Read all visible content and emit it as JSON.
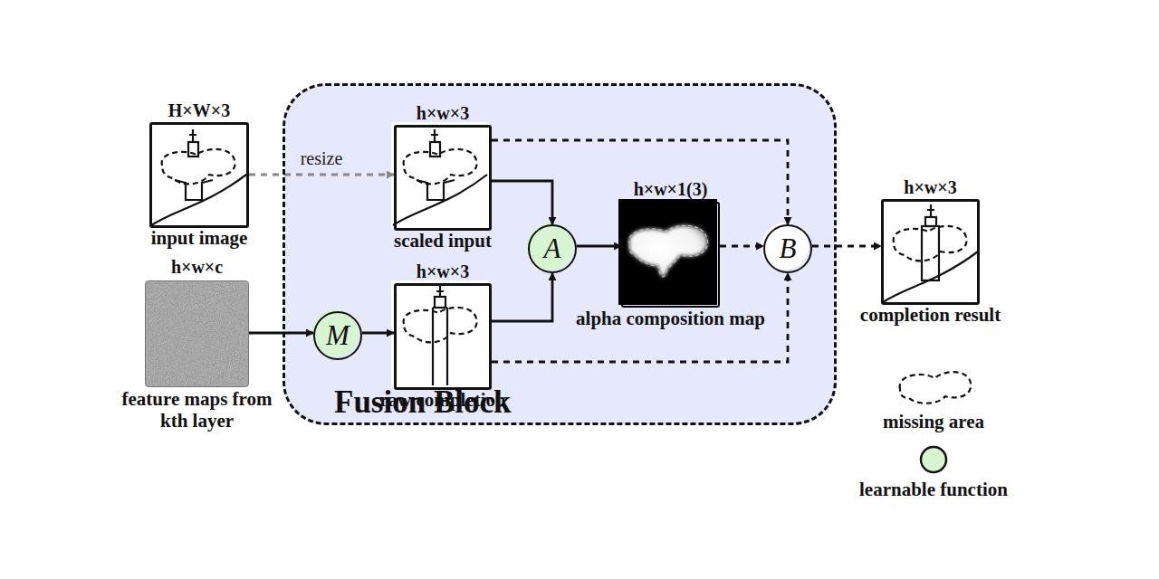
{
  "diagram": {
    "nodes": [
      {
        "text": [
          "Fusion Block"
        ]
      },
      {
        "text": [
          "H×W×3",
          "input image"
        ]
      },
      {
        "text": [
          "h×w×c",
          "feature maps from kth layer"
        ]
      },
      {
        "text": [
          "h×w×3",
          "scaled input"
        ],
        "in": 0
      },
      {
        "text": [
          "M"
        ],
        "in": 0
      },
      {
        "text": [
          "h×w×3",
          "raw completion"
        ],
        "in": 0
      },
      {
        "text": [
          "A"
        ],
        "in": 0
      },
      {
        "text": [
          "h×w×1(3)",
          "alpha composition map"
        ],
        "in": 0
      },
      {
        "text": [
          "B"
        ],
        "in": 0
      },
      {
        "text": [
          "h×w×3",
          "completion result"
        ]
      }
    ],
    "edges": [
      {
        "from": 1,
        "to": 3,
        "label": "resize",
        "arrow": "to"
      },
      {
        "from": 2,
        "to": 4,
        "arrow": "to"
      },
      {
        "from": 4,
        "to": 5,
        "arrow": "to"
      },
      {
        "from": 3,
        "to": 6,
        "arrow": "to"
      },
      {
        "from": 5,
        "to": 6,
        "arrow": "to"
      },
      {
        "from": 6,
        "to": 7,
        "arrow": "to"
      },
      {
        "from": 7,
        "to": 8,
        "arrow": "to"
      },
      {
        "from": 3,
        "to": 8,
        "arrow": "to"
      },
      {
        "from": 5,
        "to": 8,
        "arrow": "to"
      },
      {
        "from": 8,
        "to": 9,
        "arrow": "to"
      }
    ],
    "legend": [
      {
        "text": "missing area"
      },
      {
        "text": "learnable function",
        "color": "#d8f5d2"
      }
    ]
  }
}
